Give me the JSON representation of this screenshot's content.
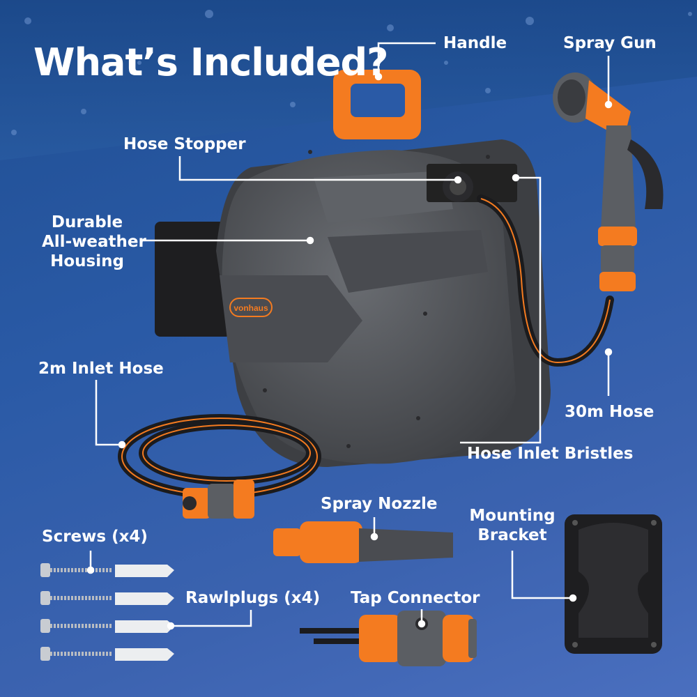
{
  "title": "What’s Included?",
  "brand": "vonhaus",
  "colors": {
    "background": "#2a5aa6",
    "accent_orange": "#f47b20",
    "housing_grey": "#55585d",
    "dark": "#2a2a2d",
    "label_text": "#ffffff"
  },
  "labels": {
    "handle": "Handle",
    "spray_gun": "Spray Gun",
    "hose_stopper": "Hose Stopper",
    "housing_line1": "Durable",
    "housing_line2": "All-weather",
    "housing_line3": "Housing",
    "inlet_hose": "2m Inlet Hose",
    "hose_30m": "30m Hose",
    "hose_inlet_bristles": "Hose Inlet Bristles",
    "spray_nozzle": "Spray Nozzle",
    "mounting_line1": "Mounting",
    "mounting_line2": "Bracket",
    "screws": "Screws (x4)",
    "rawlplugs": "Rawlplugs (x4)",
    "tap_connector": "Tap Connector"
  }
}
